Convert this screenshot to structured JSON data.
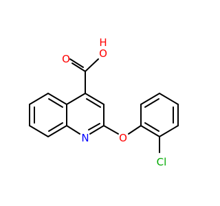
{
  "molecule": {
    "atoms": {
      "hydroxyl_o": {
        "symbol": "O",
        "hydrogen": "H"
      },
      "carbonyl_o": {
        "symbol": "O"
      },
      "ring_n": {
        "symbol": "N"
      },
      "ether_o": {
        "symbol": "O"
      },
      "chloro": {
        "symbol": "Cl"
      }
    }
  },
  "colors": {
    "bond": "#000000",
    "oxygen": "#ff0000",
    "nitrogen": "#0000ff",
    "chlorine": "#00aa00",
    "background": "#ffffff"
  }
}
